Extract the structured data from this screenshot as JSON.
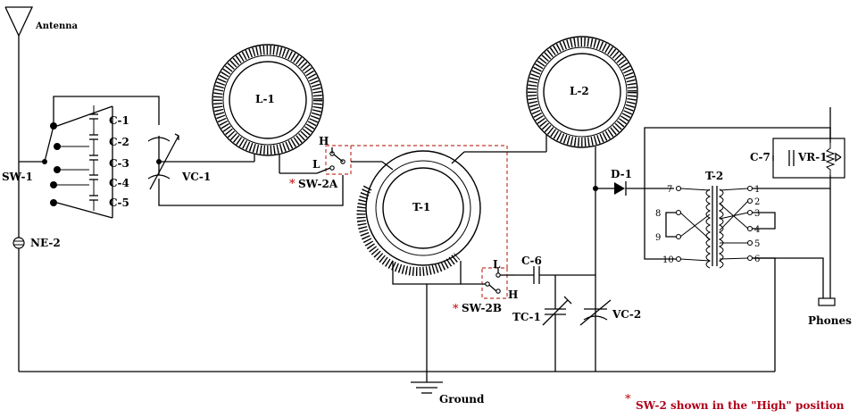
{
  "labels": {
    "antenna": "Antenna",
    "l1": "L-1",
    "l2": "L-2",
    "t1": "T-1",
    "t2": "T-2",
    "sw1": "SW-1",
    "c1": "C-1",
    "c2": "C-2",
    "c3": "C-3",
    "c4": "C-4",
    "c5": "C-5",
    "vc1": "VC-1",
    "vc2": "VC-2",
    "tc1": "TC-1",
    "c6": "C-6",
    "c7": "C-7",
    "vr1": "VR-1",
    "d1": "D-1",
    "ne2": "NE-2",
    "sw2a": "SW-2A",
    "sw2b": "SW-2B",
    "ground": "Ground",
    "phones": "Phones",
    "h_a": "H",
    "l_a": "L",
    "l_b": "L",
    "h_b": "H",
    "pin1": "1",
    "pin2": "2",
    "pin3": "3",
    "pin4": "4",
    "pin5": "5",
    "pin6": "6",
    "pin7": "7",
    "pin8": "8",
    "pin9": "9",
    "pin10": "10",
    "asterisk": "*",
    "note": "SW-2 shown in the \"High\" position"
  },
  "colors": {
    "wire": "#000000",
    "switch_box": "#c0392b",
    "note": "#b0001a"
  }
}
